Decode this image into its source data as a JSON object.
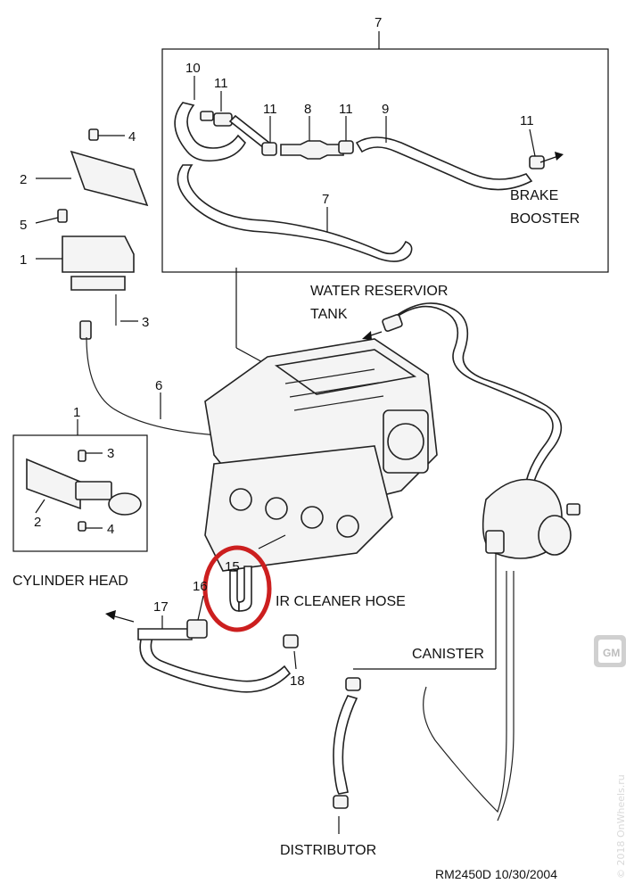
{
  "labels": {
    "callout_7_top": "7",
    "callout_10": "10",
    "callout_11_a": "11",
    "callout_11_b": "11",
    "callout_8": "8",
    "callout_11_c": "11",
    "callout_9": "9",
    "callout_11_d": "11",
    "brake_booster_1": "BRAKE",
    "brake_booster_2": "BOOSTER",
    "callout_7_inner": "7",
    "callout_4_a": "4",
    "callout_2_a": "2",
    "callout_5": "5",
    "callout_1_a": "1",
    "callout_3_a": "3",
    "water_reservoir_1": "WATER RESERVIOR",
    "water_reservoir_2": "TANK",
    "callout_6": "6",
    "callout_1_b": "1",
    "callout_3_b": "3",
    "callout_2_b": "2",
    "callout_4_b": "4",
    "cylinder_head": "CYLINDER HEAD",
    "callout_15": "15",
    "callout_16": "16",
    "callout_17": "17",
    "air_cleaner_hose": "IR CLEANER HOSE",
    "callout_18": "18",
    "canister": "CANISTER",
    "distributor": "DISTRIBUTOR",
    "drawing_ref": "RM2450D  10/30/2004",
    "watermark": "© 2018 OnWheels.ru"
  },
  "highlight_color": "#cc1f1f",
  "line_color": "#111111"
}
